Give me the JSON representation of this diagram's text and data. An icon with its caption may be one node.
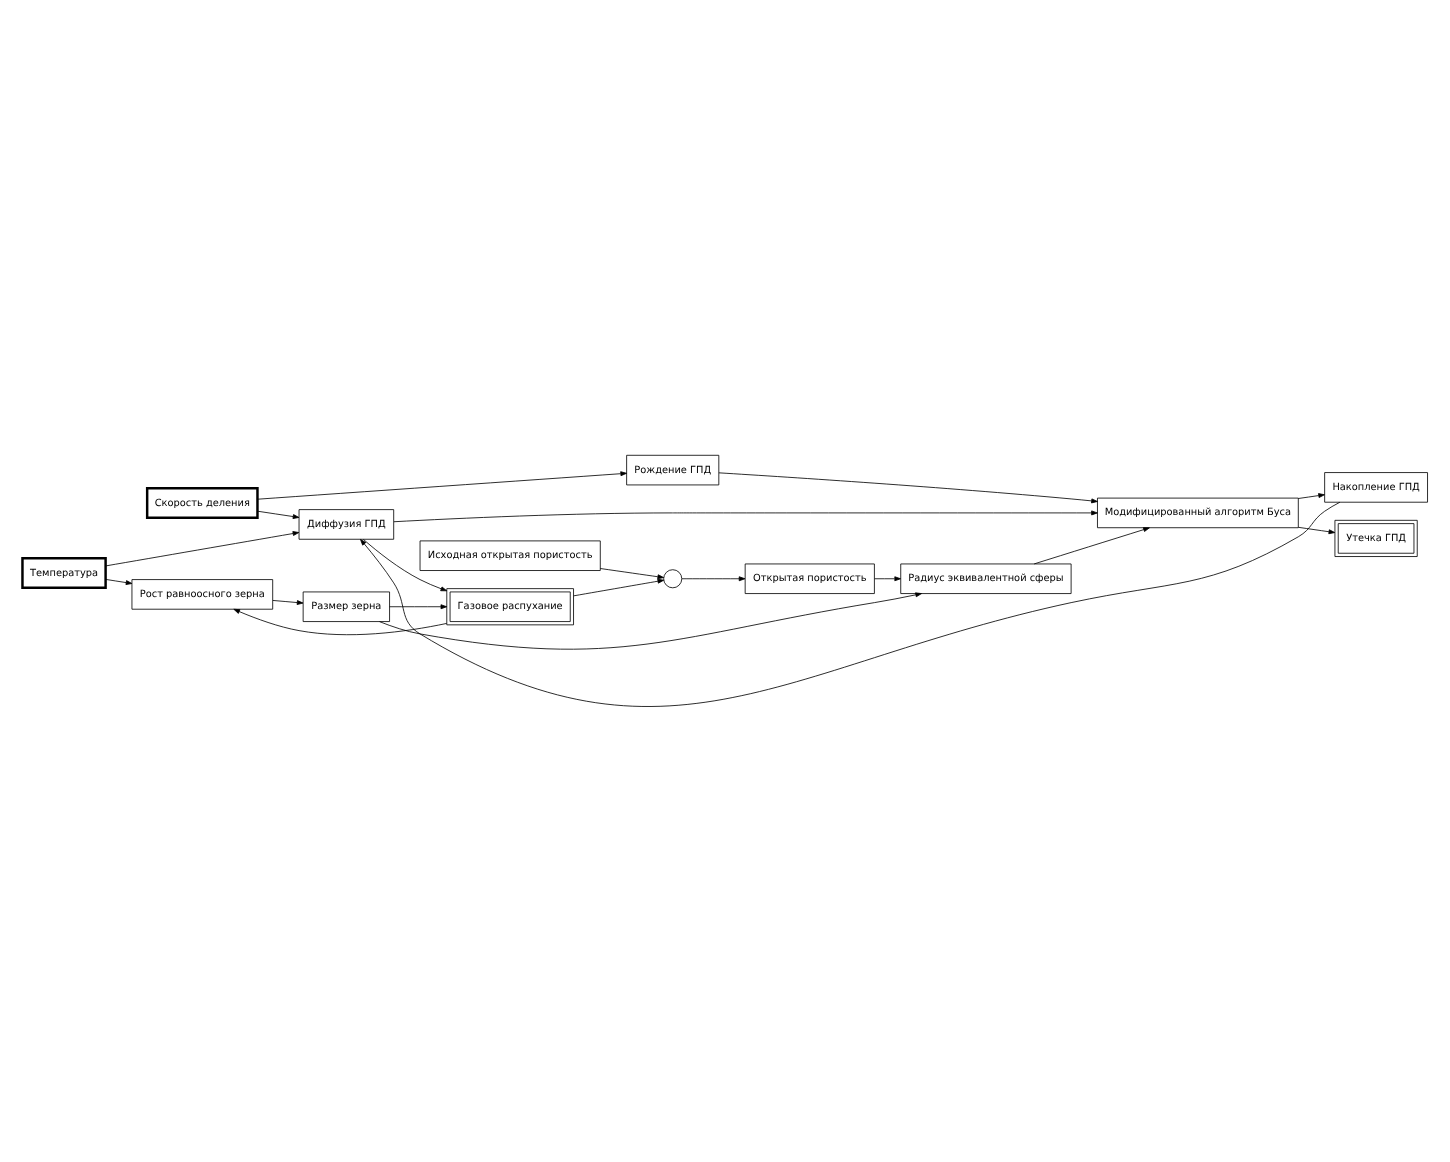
{
  "diagram": {
    "nodes": [
      {
        "text": [
          "Температура"
        ]
      },
      {
        "text": [
          "Скорость деления"
        ]
      },
      {
        "text": [
          "Рост равноосного зерна"
        ]
      },
      {
        "text": [
          "Размер зерна"
        ]
      },
      {
        "text": [
          "Диффузия ГПД"
        ]
      },
      {
        "text": [
          "Рождение ГПД"
        ]
      },
      {
        "text": [
          "Газовое распухание"
        ]
      },
      {
        "text": [
          "Исходная открытая пористость"
        ]
      },
      {
        "text": [],
        "shape": "circle"
      },
      {
        "text": [
          "Открытая пористость"
        ]
      },
      {
        "text": [
          "Радиус эквивалентной сферы"
        ]
      },
      {
        "text": [
          "Модифицированный алгоритм Буса"
        ]
      },
      {
        "text": [
          "Накопление ГПД"
        ]
      },
      {
        "text": [
          "Утечка ГПД"
        ]
      }
    ],
    "edges": [
      {
        "from": 0,
        "to": 2,
        "arrow": "to"
      },
      {
        "from": 0,
        "to": 4,
        "arrow": "to"
      },
      {
        "from": 1,
        "to": 4,
        "arrow": "to"
      },
      {
        "from": 1,
        "to": 5,
        "arrow": "to"
      },
      {
        "from": 2,
        "to": 3,
        "arrow": "to"
      },
      {
        "from": 6,
        "to": 2,
        "arrow": "to"
      },
      {
        "from": 3,
        "to": 6,
        "arrow": "to"
      },
      {
        "from": 3,
        "to": 10,
        "arrow": "to"
      },
      {
        "from": 4,
        "to": 6,
        "arrow": "to"
      },
      {
        "from": 4,
        "to": 11,
        "arrow": "to"
      },
      {
        "from": 5,
        "to": 11,
        "arrow": "to"
      },
      {
        "from": 12,
        "to": 4,
        "arrow": "to"
      },
      {
        "from": 6,
        "to": 8,
        "arrow": "to"
      },
      {
        "from": 7,
        "to": 8,
        "arrow": "to"
      },
      {
        "from": 8,
        "to": 9,
        "arrow": "to"
      },
      {
        "from": 9,
        "to": 10,
        "arrow": "to"
      },
      {
        "from": 10,
        "to": 11,
        "arrow": "to"
      },
      {
        "from": 11,
        "to": 12,
        "arrow": "to"
      },
      {
        "from": 11,
        "to": 13,
        "arrow": "to"
      }
    ]
  }
}
